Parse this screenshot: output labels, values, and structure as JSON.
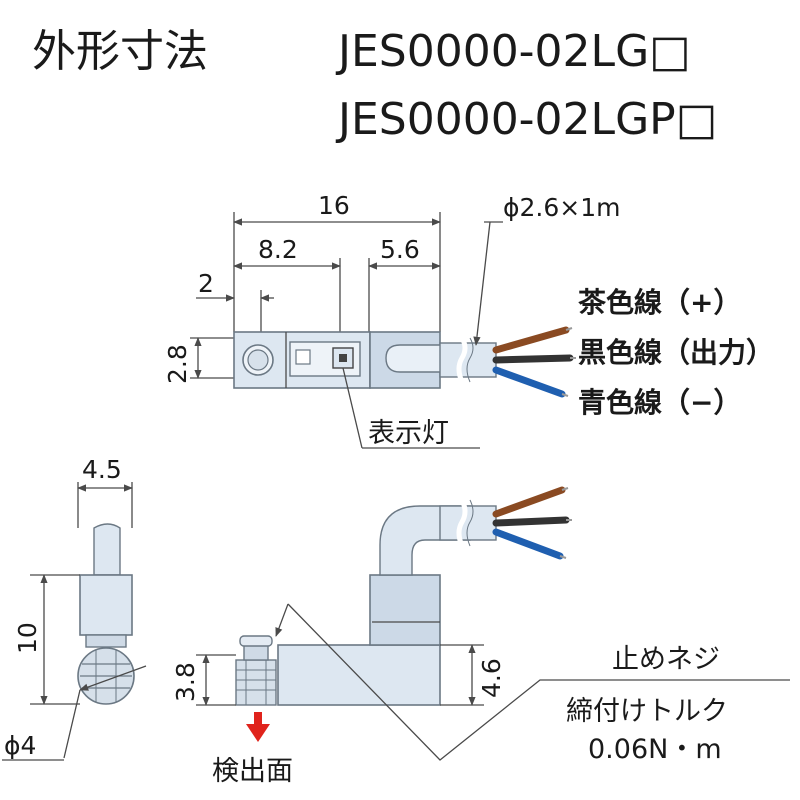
{
  "title": {
    "heading": "外形寸法",
    "model_1": "JES0000-02LG□",
    "model_2": "JES0000-02LGP□"
  },
  "dimensions": {
    "total_length": "16",
    "length_a": "8.2",
    "length_b": "5.6",
    "offset": "2",
    "height": "2.8",
    "cable": "ϕ2.6×1m",
    "width": "4.5",
    "side_height": "10",
    "diameter": "ϕ4",
    "screw_height": "3.8",
    "body_height": "4.6"
  },
  "wires": {
    "brown": "茶色線（+）",
    "black": "黒色線（出力）",
    "blue": "青色線（−）"
  },
  "labels": {
    "indicator": "表示灯",
    "detection_face": "検出面",
    "set_screw": "止めネジ",
    "torque_label": "締付けトルク",
    "torque_value": "0.06N・m"
  },
  "colors": {
    "brown_wire": "#8a4a22",
    "black_wire": "#333333",
    "blue_wire": "#1f5fb0",
    "arrow": "#e0231c",
    "body_fill": "#dde7f1"
  }
}
